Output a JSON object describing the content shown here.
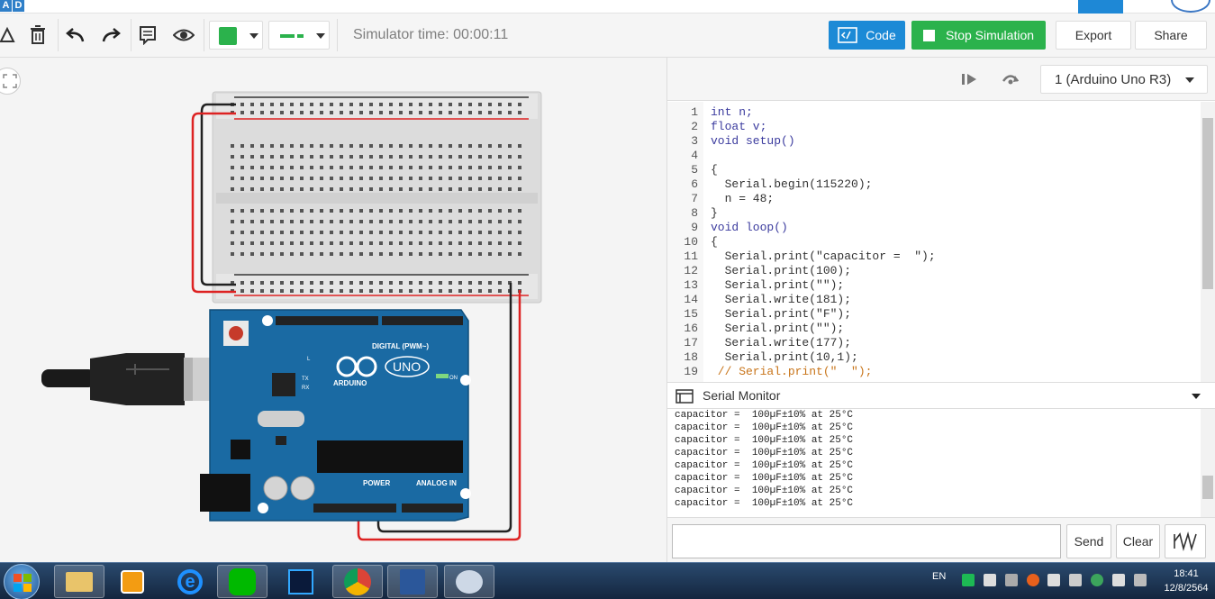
{
  "topbar": {
    "logo_letters": [
      "A",
      "D"
    ]
  },
  "toolbar": {
    "sim_time_label": "Simulator time: 00:00:11",
    "code_label": "Code",
    "stop_label": "Stop Simulation",
    "export_label": "Export",
    "share_label": "Share",
    "fill_color": "#2bb24c"
  },
  "code_panel": {
    "device_label": "1 (Arduino Uno R3)",
    "lines": [
      {
        "n": "1",
        "text": "int n;"
      },
      {
        "n": "2",
        "text": "float v;"
      },
      {
        "n": "3",
        "text": "void setup()"
      },
      {
        "n": "4",
        "text": ""
      },
      {
        "n": "5",
        "text": "{"
      },
      {
        "n": "6",
        "text": "  Serial.begin(115220);"
      },
      {
        "n": "7",
        "text": "  n = 48;"
      },
      {
        "n": "8",
        "text": "}"
      },
      {
        "n": "9",
        "text": "void loop()"
      },
      {
        "n": "10",
        "text": "{"
      },
      {
        "n": "11",
        "text": "  Serial.print(\"capacitor =  \");"
      },
      {
        "n": "12",
        "text": "  Serial.print(100);"
      },
      {
        "n": "13",
        "text": "  Serial.print(\"\");"
      },
      {
        "n": "14",
        "text": "  Serial.write(181);"
      },
      {
        "n": "15",
        "text": "  Serial.print(\"F\");"
      },
      {
        "n": "16",
        "text": "  Serial.print(\"\");"
      },
      {
        "n": "17",
        "text": "  Serial.write(177);"
      },
      {
        "n": "18",
        "text": "  Serial.print(10,1);"
      },
      {
        "n": "19",
        "text": " // Serial.print(\"  \");"
      }
    ]
  },
  "serial_monitor": {
    "title": "Serial Monitor",
    "lines": [
      "capacitor =  100µF±10% at 25°C",
      "capacitor =  100µF±10% at 25°C",
      "capacitor =  100µF±10% at 25°C",
      "capacitor =  100µF±10% at 25°C",
      "capacitor =  100µF±10% at 25°C",
      "capacitor =  100µF±10% at 25°C",
      "capacitor =  100µF±10% at 25°C",
      "capacitor =  100µF±10% at 25°C"
    ],
    "send_label": "Send",
    "clear_label": "Clear"
  },
  "board": {
    "digital_label": "DIGITAL (PWM~)",
    "brand": "ARDUINO",
    "model": "UNO",
    "power_label": "POWER",
    "analog_label": "ANALOG IN",
    "on_label": "ON",
    "tx_label": "TX",
    "rx_label": "RX",
    "l_label": "L"
  },
  "taskbar": {
    "lang": "EN",
    "time": "18:41",
    "date": "12/8/2564",
    "apps": [
      "explorer-icon",
      "media-player-icon",
      "ie-icon",
      "line-icon",
      "photoshop-icon",
      "chrome-icon",
      "word-icon",
      "paint-icon"
    ]
  }
}
